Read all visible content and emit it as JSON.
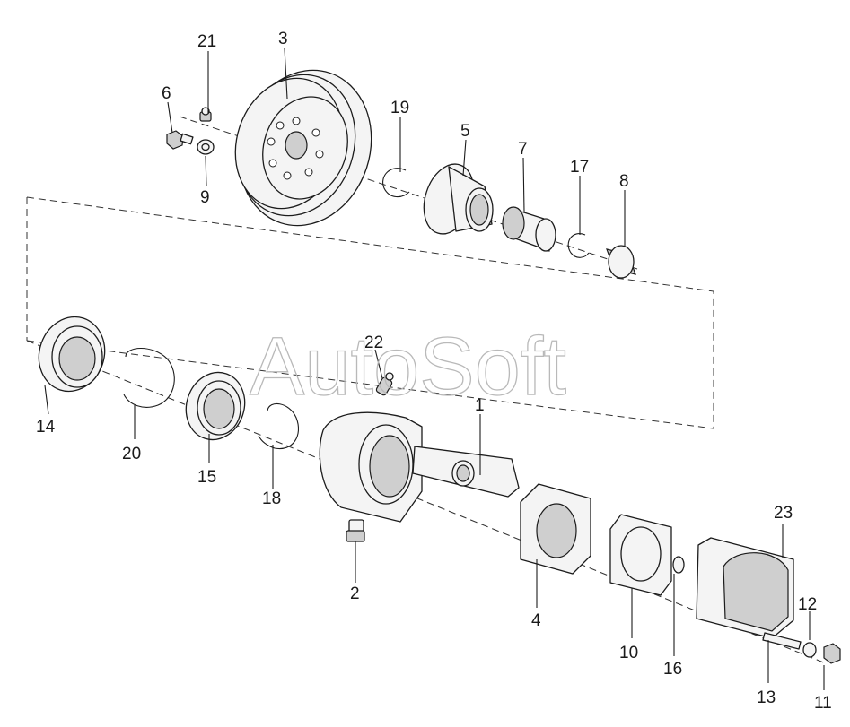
{
  "watermark": "AutoSoft",
  "callouts": [
    "1",
    "2",
    "3",
    "4",
    "5",
    "6",
    "7",
    "8",
    "9",
    "10",
    "11",
    "12",
    "13",
    "14",
    "15",
    "16",
    "17",
    "18",
    "19",
    "20",
    "21",
    "22",
    "23"
  ],
  "colors": {
    "line": "#1c1c1c",
    "fill": "#f4f4f4",
    "shade": "#cfcfcf",
    "watermark": "#b9b9b9"
  }
}
